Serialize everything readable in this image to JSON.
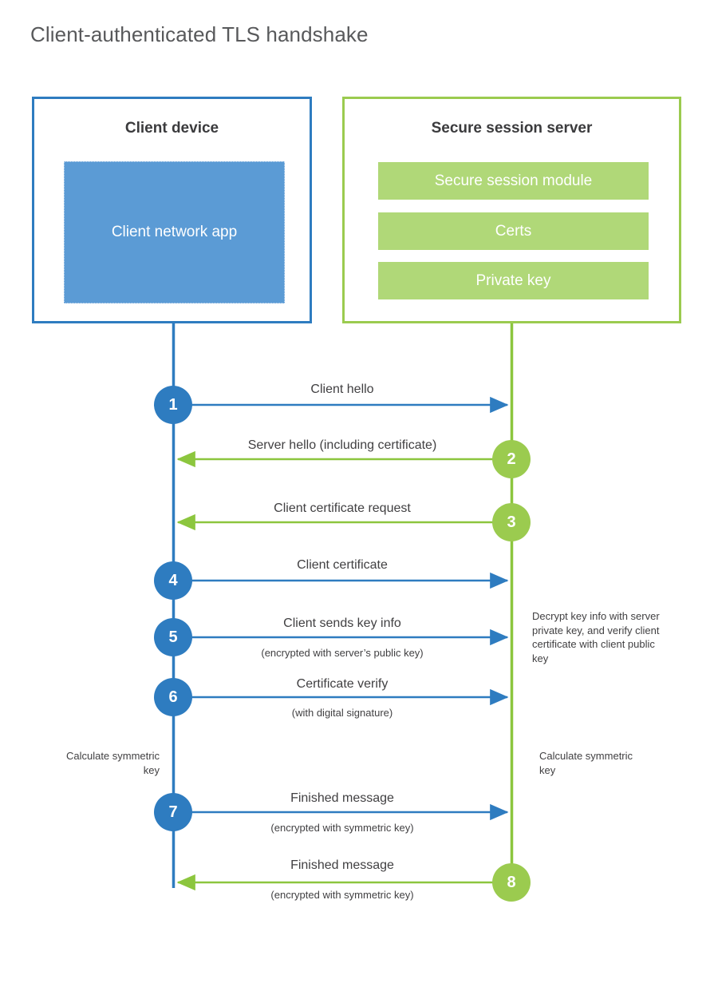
{
  "title": "Client-authenticated TLS handshake",
  "colors": {
    "client_blue": "#2e7cc0",
    "client_app_fill": "#5b9bd5",
    "server_green": "#9bcb4f",
    "server_module_fill": "#b0d878",
    "text_dark": "#414042",
    "title_gray": "#58595b"
  },
  "actors": {
    "client": {
      "title": "Client device",
      "app_label": "Client network app"
    },
    "server": {
      "title": "Secure session server",
      "modules": [
        {
          "label": "Secure session module"
        },
        {
          "label": "Certs"
        },
        {
          "label": "Private key"
        }
      ]
    }
  },
  "steps": [
    {
      "number": "1",
      "from": "client",
      "label": "Client hello",
      "sub": ""
    },
    {
      "number": "2",
      "from": "server",
      "label": "Server hello (including certificate)",
      "sub": ""
    },
    {
      "number": "3",
      "from": "server",
      "label": "Client certificate request",
      "sub": ""
    },
    {
      "number": "4",
      "from": "client",
      "label": "Client certificate",
      "sub": ""
    },
    {
      "number": "5",
      "from": "client",
      "label": "Client sends key info",
      "sub": "(encrypted with server’s public key)"
    },
    {
      "number": "6",
      "from": "client",
      "label": "Certificate verify",
      "sub": "(with digital signature)"
    },
    {
      "number": "7",
      "from": "client",
      "label": "Finished message",
      "sub": "(encrypted with symmetric key)"
    },
    {
      "number": "8",
      "from": "server",
      "label": "Finished message",
      "sub": "(encrypted with symmetric key)"
    }
  ],
  "notes": {
    "server_decrypt": "Decrypt key info with server private key, and verify client certificate with client public key",
    "client_calculate": "Calculate symmetric key",
    "server_calculate": "Calculate symmetric key"
  }
}
